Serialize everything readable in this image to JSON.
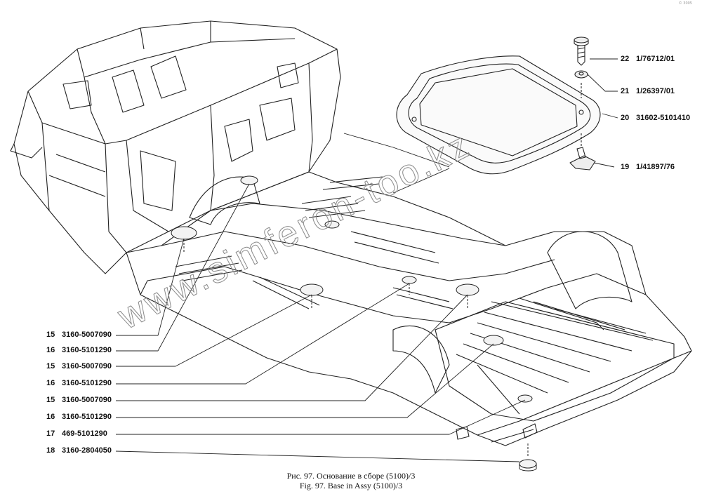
{
  "corner_mark": "© 3005",
  "watermark": "www.simferon-too.kz",
  "callouts_left": [
    {
      "num": "15",
      "code": "3160-5007090"
    },
    {
      "num": "16",
      "code": "3160-5101290"
    },
    {
      "num": "15",
      "code": "3160-5007090"
    },
    {
      "num": "16",
      "code": "3160-5101290"
    },
    {
      "num": "15",
      "code": "3160-5007090"
    },
    {
      "num": "16",
      "code": "3160-5101290"
    },
    {
      "num": "17",
      "code": "469-5101290"
    },
    {
      "num": "18",
      "code": "3160-2804050"
    }
  ],
  "callouts_right": [
    {
      "num": "22",
      "code": "1/76712/01"
    },
    {
      "num": "21",
      "code": "1/26397/01"
    },
    {
      "num": "20",
      "code": "31602-5101410"
    },
    {
      "num": "19",
      "code": "1/41897/76"
    }
  ],
  "caption_ru": "Рис. 97. Основание в сборе (5100)/3",
  "caption_en": "Fig. 97. Base in Assy (5100)/3"
}
